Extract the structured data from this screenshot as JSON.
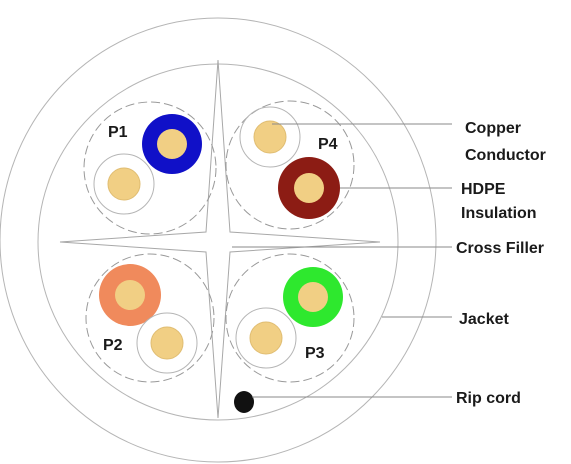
{
  "pairs": [
    {
      "id": "p1",
      "label": "P1",
      "insulated_color": "#1010c8",
      "bare_color": "#f1cf84"
    },
    {
      "id": "p2",
      "label": "P2",
      "insulated_color": "#f08a5c",
      "bare_color": "#f1cf84"
    },
    {
      "id": "p3",
      "label": "P3",
      "insulated_color": "#2ee82e",
      "bare_color": "#f1cf84"
    },
    {
      "id": "p4",
      "label": "P4",
      "insulated_color": "#8c1c14",
      "bare_color": "#f1cf84"
    }
  ],
  "callouts": [
    {
      "id": "copper",
      "lines": [
        "Copper",
        "Conductor"
      ]
    },
    {
      "id": "hdpe",
      "lines": [
        "HDPE",
        "Insulation"
      ]
    },
    {
      "id": "cross-filler",
      "lines": [
        "Cross Filler"
      ]
    },
    {
      "id": "jacket",
      "lines": [
        "Jacket"
      ]
    },
    {
      "id": "rip-cord",
      "lines": [
        "Rip cord"
      ]
    }
  ],
  "colors": {
    "copper": "#f1cf84",
    "rip_cord": "#111111",
    "outline": "#b5b5b5",
    "text": "#1a1a1a"
  }
}
